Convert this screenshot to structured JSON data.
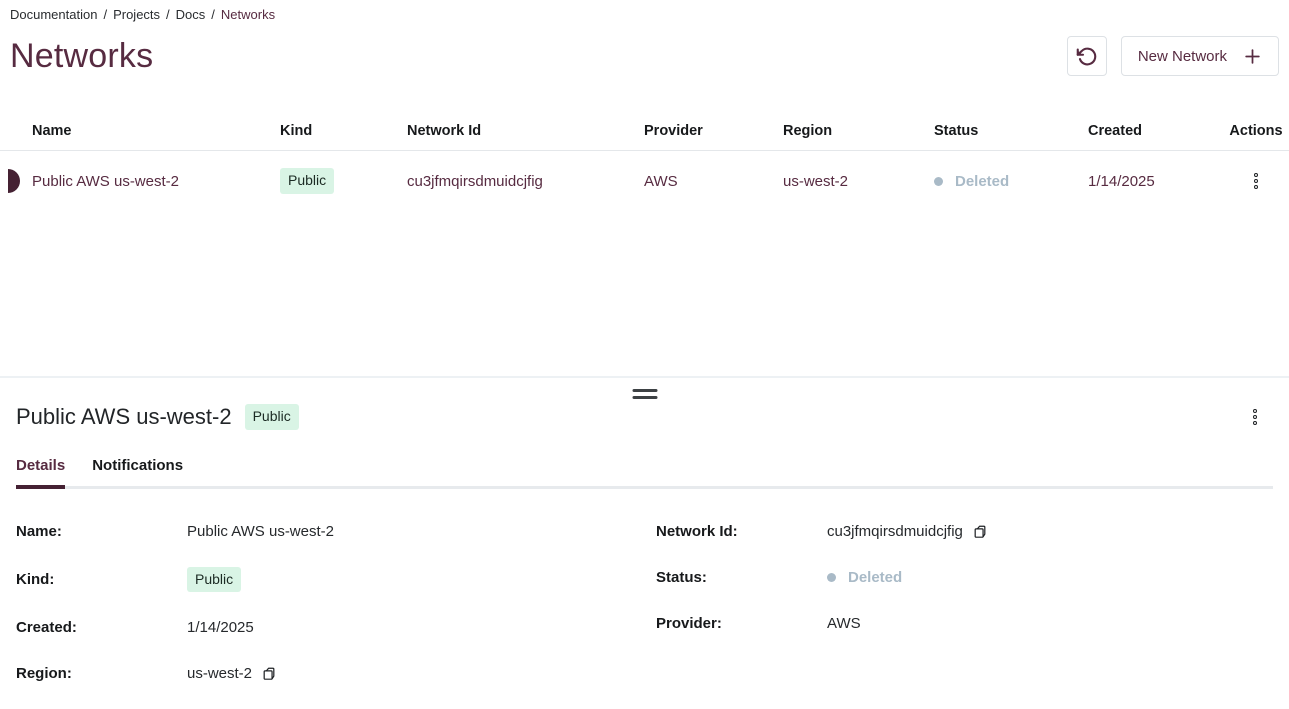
{
  "breadcrumb": {
    "items": [
      "Documentation",
      "Projects",
      "Docs"
    ],
    "current": "Networks",
    "separator": "/"
  },
  "header": {
    "title": "Networks",
    "refresh_icon": "rotate-ccw-icon",
    "new_network_label": "New Network",
    "plus_icon": "plus-icon"
  },
  "table": {
    "columns": {
      "name": "Name",
      "kind": "Kind",
      "network_id": "Network Id",
      "provider": "Provider",
      "region": "Region",
      "status": "Status",
      "created": "Created",
      "actions": "Actions"
    },
    "rows": [
      {
        "name": "Public AWS us-west-2",
        "kind": "Public",
        "network_id": "cu3jfmqirsdmuidcjfig",
        "provider": "AWS",
        "region": "us-west-2",
        "status": "Deleted",
        "created": "1/14/2025",
        "selected": true
      }
    ]
  },
  "drawer": {
    "title": "Public AWS us-west-2",
    "badge": "Public",
    "tabs": [
      {
        "label": "Details",
        "active": true
      },
      {
        "label": "Notifications",
        "active": false
      }
    ],
    "details": {
      "left": [
        {
          "label": "Name:",
          "value": "Public AWS us-west-2"
        },
        {
          "label": "Kind:",
          "value": "Public"
        },
        {
          "label": "Created:",
          "value": "1/14/2025"
        },
        {
          "label": "Region:",
          "value": "us-west-2"
        }
      ],
      "right": [
        {
          "label": "Network Id:",
          "value": "cu3jfmqirsdmuidcjfig"
        },
        {
          "label": "Status:",
          "value": "Deleted"
        },
        {
          "label": "Provider:",
          "value": "AWS"
        }
      ]
    }
  },
  "colors": {
    "plum": "#572b41",
    "plum-dark": "#452133",
    "badge-bg": "#d9f4e5",
    "badge-text": "#1c2b24",
    "status-gray": "#a9bac7",
    "border-gray": "#e4e7ea",
    "drawer-border": "#edf1f4"
  }
}
